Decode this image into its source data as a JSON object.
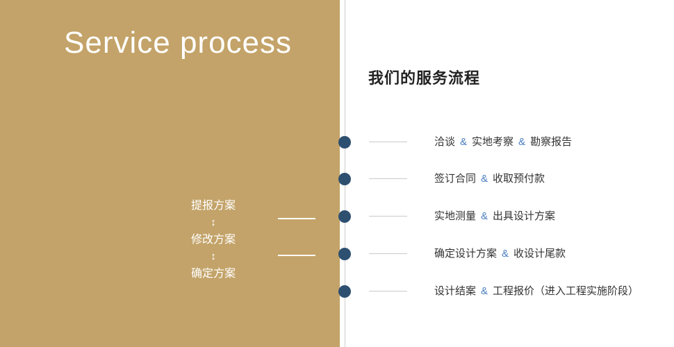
{
  "left_panel": {
    "title": "Service process",
    "steps": [
      "提报方案",
      "修改方案",
      "确定方案"
    ],
    "arrow_glyph": "↕",
    "bg_color": "#c3a369"
  },
  "right_panel": {
    "title": "我们的服务流程",
    "amp": "&",
    "items": [
      {
        "phrases": [
          "洽谈",
          "实地考察",
          "勘察报告"
        ]
      },
      {
        "phrases": [
          "签订合同",
          "收取预付款"
        ]
      },
      {
        "phrases": [
          "实地测量",
          "出具设计方案"
        ]
      },
      {
        "phrases": [
          "确定设计方案",
          "收设计尾款"
        ]
      },
      {
        "phrases": [
          "设计结案",
          "工程报价（进入工程实施阶段）"
        ]
      }
    ]
  },
  "colors": {
    "panel_tan": "#c3a369",
    "dot_navy": "#2e5070",
    "accent_blue": "#4a7ebf",
    "line_gray": "#cccccc",
    "text_dark": "#333333"
  }
}
